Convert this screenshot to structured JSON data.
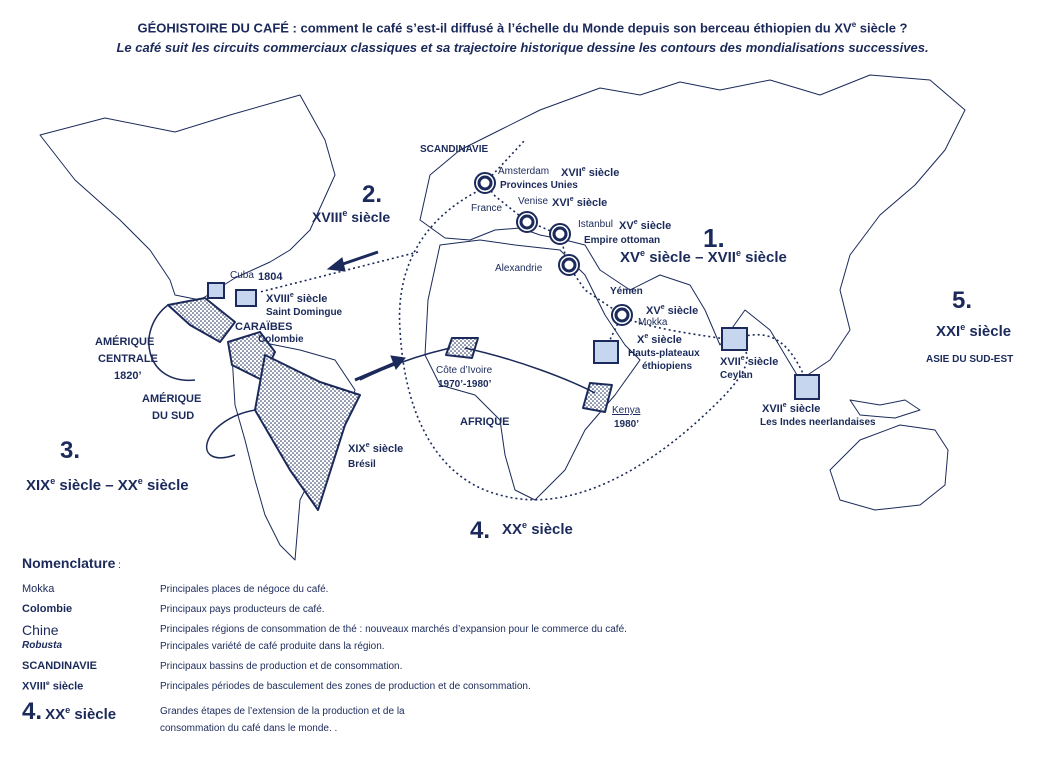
{
  "title": {
    "line1_a": "GÉOHISTOIRE DU CAFÉ : comment le café s’est-il diffusé à l’échelle du Monde depuis son berceau éthiopien du XV",
    "line1_sup": "e",
    "line1_b": " siècle ?",
    "line2": "Le café suit les circuits commerciaux classiques et sa trajectoire historique dessine les contours des mondialisations successives."
  },
  "regions": {
    "scandinavie": "SCANDINAVIE",
    "caraibes": "CARAÏBES",
    "amerique_centrale_1": "AMÉRIQUE",
    "amerique_centrale_2": "CENTRALE",
    "amerique_centrale_date": "1820’",
    "amerique_sud_1": "AMÉRIQUE",
    "amerique_sud_2": "DU SUD",
    "afrique": "AFRIQUE",
    "asie_se": "ASIE DU SUD-EST"
  },
  "periods": {
    "p1_num": "1.",
    "p1_a": "XV",
    "p1_sup1": "e",
    "p1_b": " siècle – XVII",
    "p1_sup2": "e",
    "p1_c": " siècle",
    "p2_num": "2.",
    "p2_a": "XVIII",
    "p2_sup": "e",
    "p2_b": " siècle",
    "p3_num": "3.",
    "p3_a": "XIX",
    "p3_sup1": "e",
    "p3_b": " siècle – XX",
    "p3_sup2": "e",
    "p3_c": " siècle",
    "p4_num": "4.",
    "p4_a": "XX",
    "p4_sup": "e",
    "p4_b": " siècle",
    "p5_num": "5.",
    "p5_a": "XXI",
    "p5_sup": "e",
    "p5_b": " siècle"
  },
  "places": {
    "amsterdam": "Amsterdam",
    "amsterdam_century": "XVII",
    "amsterdam_sup": "e",
    "amsterdam_siecle": " siècle",
    "provinces_unies": "Provinces Unies",
    "france": "France",
    "venise": "Venise",
    "venise_century": "XVI",
    "venise_sup": "e",
    "venise_siecle": " siècle",
    "istanbul": "Istanbul",
    "istanbul_century": "XV",
    "istanbul_sup": "e",
    "istanbul_siecle": " siècle",
    "empire_ottoman": "Empire ottoman",
    "alexandrie": "Alexandrie",
    "yemen": "Yémen",
    "mokka_century": "XV",
    "mokka_sup": "e",
    "mokka_siecle": " siècle",
    "mokka": "Mokka",
    "ethiopie_century": "X",
    "ethiopie_sup": "e",
    "ethiopie_siecle": " siècle",
    "hauts_plateaux_1": "Hauts-plateaux",
    "hauts_plateaux_2": "éthiopiens",
    "cuba": "Cuba",
    "cuba_date": "1804",
    "sd_century": "XVIII",
    "sd_sup": "e",
    "sd_siecle": " siècle",
    "saint_domingue": "Saint Domingue",
    "colombie": "Colombie",
    "bresil_century": "XIX",
    "bresil_sup": "e",
    "bresil_siecle": " siècle",
    "bresil": "Brésil",
    "cote_ivoire": "Côte d’Ivoire",
    "cote_ivoire_date": "1970’-1980’",
    "kenya": "Kenya",
    "kenya_date": "1980’",
    "ceylan_century": "XVII",
    "ceylan_sup": "e",
    "ceylan_siecle": " siècle",
    "ceylan": "Ceylan",
    "indes_century": "XVII",
    "indes_sup": "e",
    "indes_siecle": " siècle",
    "indes": "Les Indes neerlandaises"
  },
  "legend": {
    "title": "Nomenclature",
    "title_colon": " :",
    "rows": [
      {
        "key": "Mokka",
        "desc": "Principales places de négoce du café."
      },
      {
        "key": "Colombie",
        "desc": "Principaux pays producteurs de café."
      },
      {
        "key": "Chine",
        "desc": "Principales régions de consommation de thé : nouveaux marchés d’expansion pour le commerce du café."
      },
      {
        "key": "Robusta",
        "desc": "Principales variété de café produite dans la région."
      },
      {
        "key": "SCANDINAVIE",
        "desc": "Principaux bassins de production et de consommation."
      },
      {
        "key_a": "XVIII",
        "key_sup": "e",
        "key_b": " siècle",
        "desc": "Principales périodes de basculement des zones de production et de consommation."
      },
      {
        "key_num": "4.",
        "key_a": "XX",
        "key_sup": "e",
        "key_b": " siècle",
        "desc": "Grandes étapes de l’extension de la production et de la",
        "desc2": "consommation du café dans le monde. ."
      }
    ]
  },
  "colors": {
    "ink": "#1b2a5a",
    "fill_square": "#c5d6ee",
    "land_stroke": "#1b2a5a"
  }
}
